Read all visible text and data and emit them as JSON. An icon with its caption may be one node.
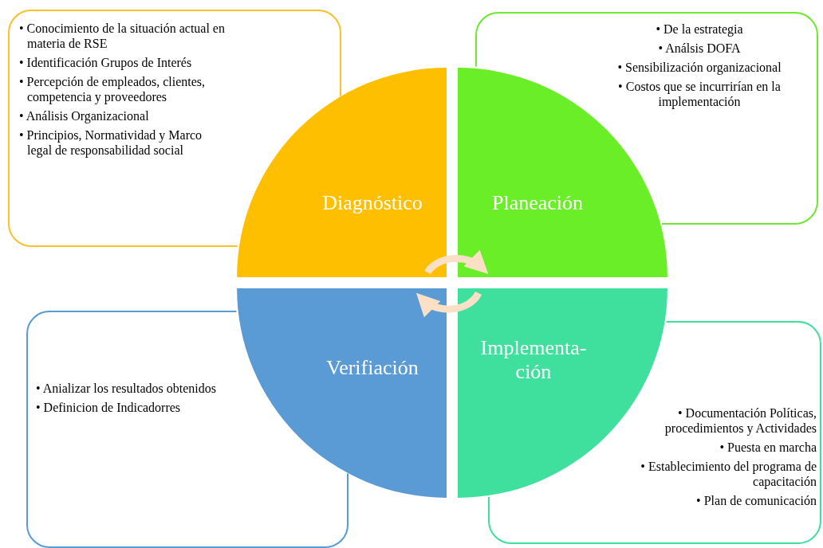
{
  "diagram": {
    "nodes": [
      {
        "text": [
          "Diagnóstico"
        ]
      },
      {
        "text": [
          "Planeación"
        ]
      },
      {
        "text": [
          "Implementa- ción"
        ]
      },
      {
        "text": [
          "Verifiación"
        ]
      },
      {
        "text": [
          "• Conocimiento de la situación actual en materia de RSE",
          "• Identificación Grupos de Interés",
          "• Percepción de empleados, clientes, competencia y proveedores",
          "• Análisis Organizacional",
          "• Principios, Normatividad y Marco legal de responsabilidad social"
        ]
      },
      {
        "text": [
          "• De la estrategia",
          "• Análsis DOFA",
          "• Sensibilización organizacional",
          "• Costos que se incurrirían en la implementación"
        ]
      },
      {
        "text": [
          "• Documentación Políticas, procedimientos y Actividades",
          "• Puesta en marcha",
          "• Establecimiento del programa de capacitación",
          "• Plan de comunicación"
        ]
      },
      {
        "text": [
          "• Anializar los resultados obtenidos",
          "• Definicion de Indicadorres"
        ]
      }
    ],
    "edges": [
      {
        "from": 0,
        "to": 1,
        "arrow": "to"
      },
      {
        "from": 2,
        "to": 3,
        "arrow": "to"
      }
    ]
  }
}
